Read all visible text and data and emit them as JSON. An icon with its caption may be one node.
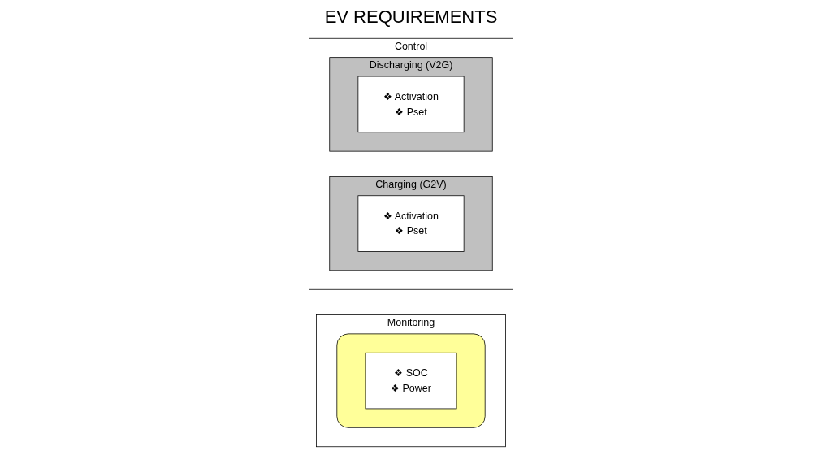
{
  "diagram": {
    "title": "EV REQUIREMENTS",
    "nodes": [
      {
        "text": [
          "Monitoring"
        ]
      },
      {
        "text": [],
        "shape": "box",
        "in": 0
      },
      {
        "text": [
          "❖ SOC",
          "❖ Power"
        ],
        "in": 1
      },
      {
        "text": [
          "Control"
        ]
      },
      {
        "text": [
          "Charging (G2V)"
        ],
        "in": 3
      },
      {
        "text": [
          "❖ Activation",
          "❖ Pset"
        ],
        "in": 4
      },
      {
        "text": [
          "Discharging (V2G)"
        ],
        "in": 3
      },
      {
        "text": [
          "❖ Activation",
          "❖ Pset"
        ],
        "in": 6
      }
    ]
  }
}
